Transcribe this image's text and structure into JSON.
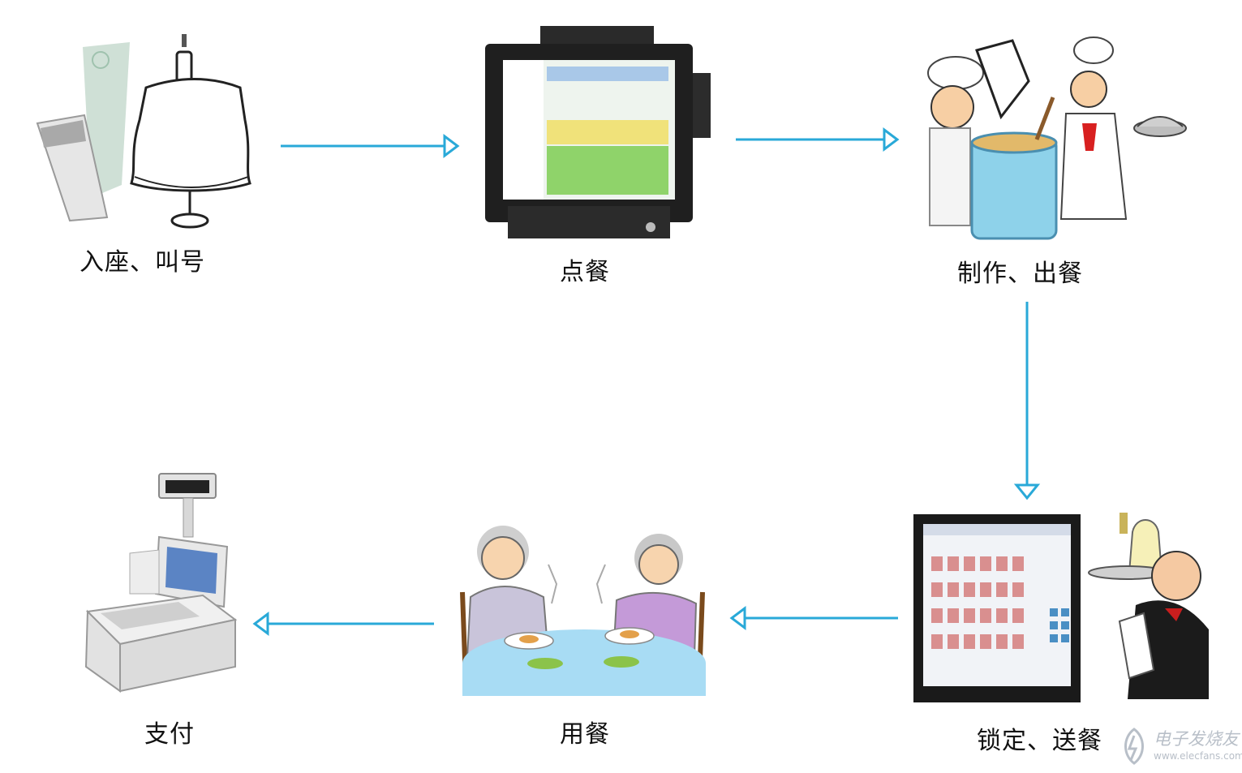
{
  "steps": {
    "seat": {
      "label": "入座、叫号"
    },
    "order": {
      "label": "点餐"
    },
    "cook": {
      "label": "制作、出餐"
    },
    "deliver": {
      "label": "锁定、送餐"
    },
    "dine": {
      "label": "用餐"
    },
    "pay": {
      "label": "支付"
    }
  },
  "colors": {
    "arrow": "#29a9d8",
    "device_dark": "#1f1f1f",
    "screen_green": "#8fd36a"
  },
  "icons": [
    "ticket-kiosk-icon",
    "dining-table-icon",
    "pos-terminal-icon",
    "chefs-icon",
    "tablet-icon",
    "waiter-icon",
    "diners-icon",
    "cash-register-icon"
  ],
  "watermark": {
    "text": "电子发烧友",
    "url": "www.elecfans.com"
  }
}
